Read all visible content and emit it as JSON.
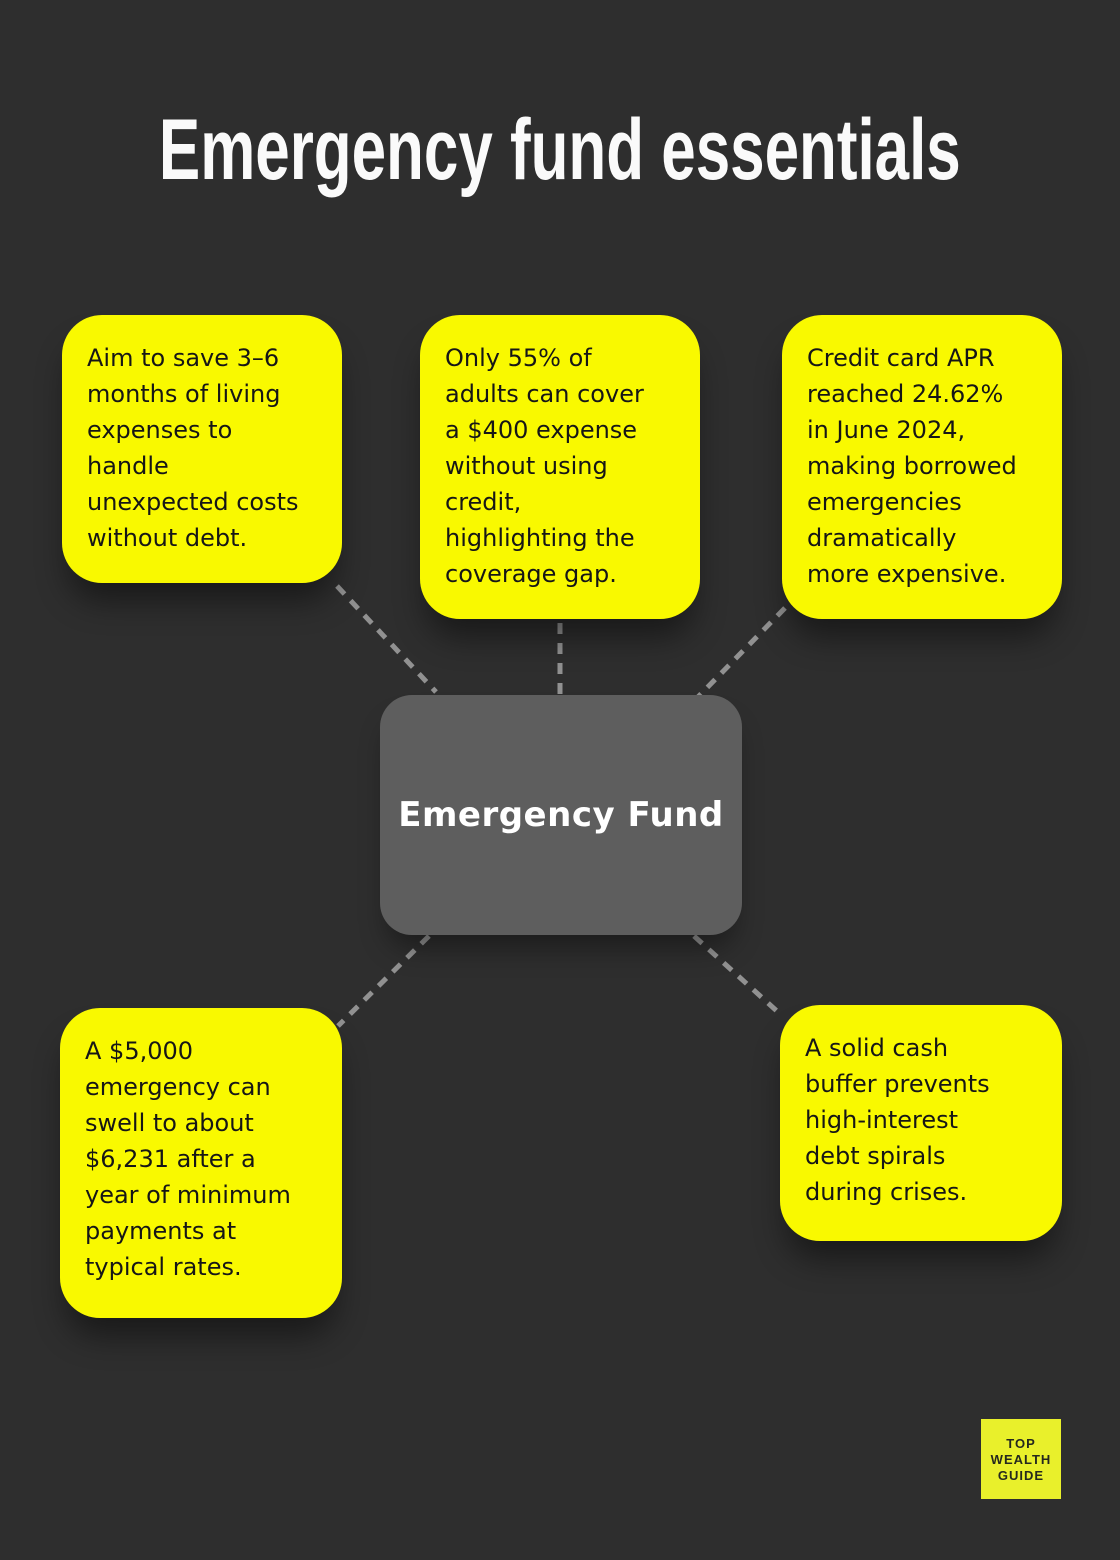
{
  "page": {
    "title": "Emergency fund essentials"
  },
  "center_node": {
    "label": "Emergency Fund"
  },
  "cards": [
    {
      "id": "savings-target",
      "position": "top-left",
      "text": "Aim to save 3–6\nmonths of living\nexpenses to\nhandle\nunexpected costs\nwithout debt."
    },
    {
      "id": "coverage-gap",
      "position": "top-middle",
      "text": "Only 55% of\nadults can cover\na $400 expense\nwithout using\ncredit,\nhighlighting the\ncoverage gap."
    },
    {
      "id": "credit-card-apr",
      "position": "top-right",
      "text": "Credit card APR\nreached 24.62%\nin June 2024,\nmaking borrowed\nemergencies\ndramatically\nmore expensive."
    },
    {
      "id": "debt-swell-example",
      "position": "bottom-left",
      "text": "A $5,000\nemergency can\nswell to about\n$6,231 after a\nyear of minimum\npayments at\ntypical rates."
    },
    {
      "id": "cash-buffer-benefit",
      "position": "bottom-right",
      "text": "A solid cash\nbuffer prevents\nhigh-interest\ndebt spirals\nduring crises."
    }
  ],
  "logo": {
    "lines": [
      "TOP",
      "WEALTH",
      "GUIDE"
    ]
  },
  "colors": {
    "background": "#2e2e2e",
    "accent_yellow": "#f9f900",
    "node_gray": "#5e5e5e",
    "connector_gray": "#919191",
    "logo_yellow": "#e9f02b",
    "card_text": "#161616",
    "title_color": "#fafafa"
  }
}
